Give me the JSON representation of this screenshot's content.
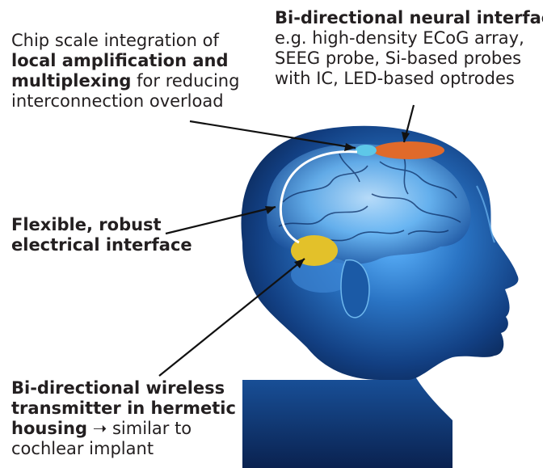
{
  "chip_label": {
    "line1": "Chip scale integration of",
    "line2_bold": "local amplification and",
    "line3_bold": "multiplexing",
    "line3_rest": " for reducing",
    "line4": "interconnection overload"
  },
  "neural_label": {
    "title": "Bi-directional neural interface",
    "line2": "e.g. high-density ECoG array,",
    "line3": "SEEG probe, Si-based probes",
    "line4": "with IC, LED-based optrodes"
  },
  "flex_label": {
    "line1": "Flexible, robust",
    "line2": "electrical interface"
  },
  "wireless_label": {
    "line1": "Bi-directional wireless",
    "line2": "transmitter in hermetic",
    "line3_bold": "housing",
    "line3_arrow": "➝",
    "line3_rest": " similar to",
    "line4": "cochlear implant"
  },
  "colors": {
    "background": "#ffffff",
    "head_dark": "#0a1a3a",
    "head_mid": "#1c5aa8",
    "head_glow": "#5fb6ff",
    "brain": "#9bd4ff",
    "neural_pad": "#e06a2a",
    "chip": "#5ec8e8",
    "transmitter": "#e3c12a",
    "cable": "#ffffff",
    "text": "#231f20"
  }
}
